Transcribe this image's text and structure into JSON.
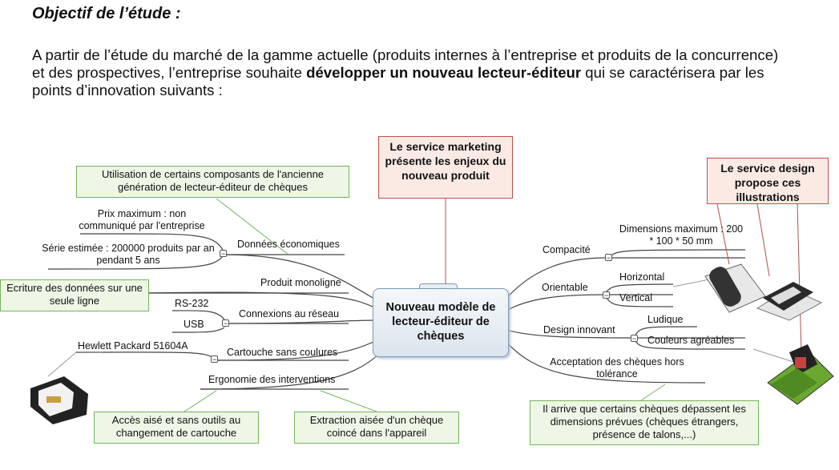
{
  "heading": "Objectif de l’étude :",
  "intro": {
    "part1": "A partir de l’étude du marché de la gamme actuelle (produits internes à l’entreprise et produits de la concurrence) et des prospectives, l’entreprise souhaite ",
    "bold": "développer un nouveau lecteur-éditeur",
    "part2": " qui se caractérisera par les points d’innovation suivants :"
  },
  "mindmap": {
    "central": "Nouveau modèle de lecteur-éditeur de chèques",
    "marketing_note": "Le service marketing présente les enjeux du nouveau produit",
    "design_note": "Le service design propose ces illustrations",
    "left": {
      "donnees": "Données économiques",
      "prix": "Prix maximum : non communiqué par l'entreprise",
      "serie": "Série estimée : 200000 produits par an pendant 5 ans",
      "note_composants": "Utilisation de certains composants de l'ancienne génération de lecteur-éditeur de chèques",
      "monoligne": "Produit monoligne",
      "note_ecriture": "Ecriture des données sur une seule ligne",
      "connexions": "Connexions au réseau",
      "rs232": "RS-232",
      "usb": "USB",
      "cartouche": "Cartouche sans coulures",
      "hp": "Hewlett Packard 51604A",
      "ergonomie": "Ergonomie des interventions",
      "note_acces": "Accès aisé et sans outils au changement de cartouche",
      "note_extraction": "Extraction aisée d'un chèque coincé dans l'appareil"
    },
    "right": {
      "compacite": "Compacité",
      "dimensions": "Dimensions maximum : 200 * 100 * 50 mm",
      "orientable": "Orientable",
      "horizontal": "Horizontal",
      "vertical": "Vertical",
      "design": "Design innovant",
      "ludique": "Ludique",
      "couleurs": "Couleurs agréables",
      "acceptation": "Acceptation des chèques hors tolérance",
      "note_cheques": "Il arrive que certains chèques dépassent les dimensions prévues (chèques étrangers, présence de talons,...)"
    },
    "collapse_symbol": "−"
  }
}
